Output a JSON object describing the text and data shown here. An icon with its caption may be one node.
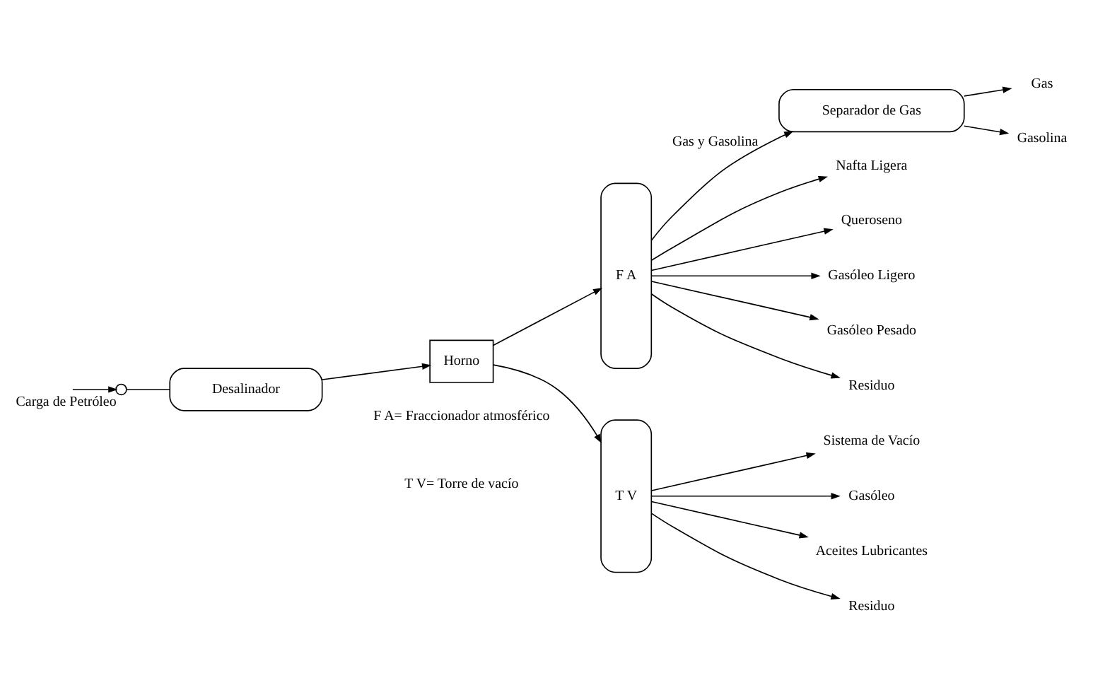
{
  "diagram": {
    "nodes": [
      {
        "text": [
          "Gas"
        ]
      },
      {
        "text": [
          "Separador de Gas"
        ]
      },
      {
        "text": [
          "F A"
        ]
      },
      {
        "text": [
          "Nafta Ligera"
        ]
      },
      {
        "text": [
          "Queroseno"
        ]
      },
      {
        "text": [
          "Gasóleo Ligero"
        ]
      },
      {
        "text": [
          "Gasóleo Pesado"
        ]
      },
      {
        "text": [
          "Gasolina"
        ]
      },
      {
        "text": [],
        "shape": "circle",
        "beside": [
          "Carga de Petróleo"
        ]
      },
      {
        "text": [
          "Desalinador"
        ]
      },
      {
        "text": [
          "Horno"
        ]
      },
      {
        "text": [
          "Residuo"
        ]
      },
      {
        "text": [
          "Sistema de Vacío"
        ]
      },
      {
        "text": [
          "T V"
        ]
      },
      {
        "text": [
          "Gasóleo"
        ]
      },
      {
        "text": [
          "Aceites Lubricantes"
        ]
      },
      {
        "text": [
          "Residuo"
        ]
      }
    ],
    "edges": [
      {
        "from": null,
        "to": 8,
        "arrow": "to"
      },
      {
        "from": 8,
        "to": 9,
        "arrow": "none"
      },
      {
        "from": 9,
        "to": 10,
        "arrow": "to"
      },
      {
        "from": 10,
        "to": 2,
        "arrow": "to"
      },
      {
        "from": 10,
        "to": 13,
        "arrow": "to"
      },
      {
        "from": 2,
        "to": 1,
        "arrow": "to",
        "label": "Gas y Gasolina"
      },
      {
        "from": 1,
        "to": 0,
        "arrow": "to"
      },
      {
        "from": 1,
        "to": 7,
        "arrow": "to"
      },
      {
        "from": 2,
        "to": 3,
        "arrow": "to"
      },
      {
        "from": 2,
        "to": 4,
        "arrow": "to"
      },
      {
        "from": 2,
        "to": 5,
        "arrow": "to"
      },
      {
        "from": 2,
        "to": 6,
        "arrow": "to"
      },
      {
        "from": 2,
        "to": 11,
        "arrow": "to"
      },
      {
        "from": 13,
        "to": 12,
        "arrow": "to"
      },
      {
        "from": 13,
        "to": 14,
        "arrow": "to"
      },
      {
        "from": 13,
        "to": 15,
        "arrow": "to"
      },
      {
        "from": 13,
        "to": 16,
        "arrow": "to"
      }
    ],
    "labels": [
      "F A= Fraccionador atmosférico",
      "T V= Torre de vacío"
    ]
  }
}
